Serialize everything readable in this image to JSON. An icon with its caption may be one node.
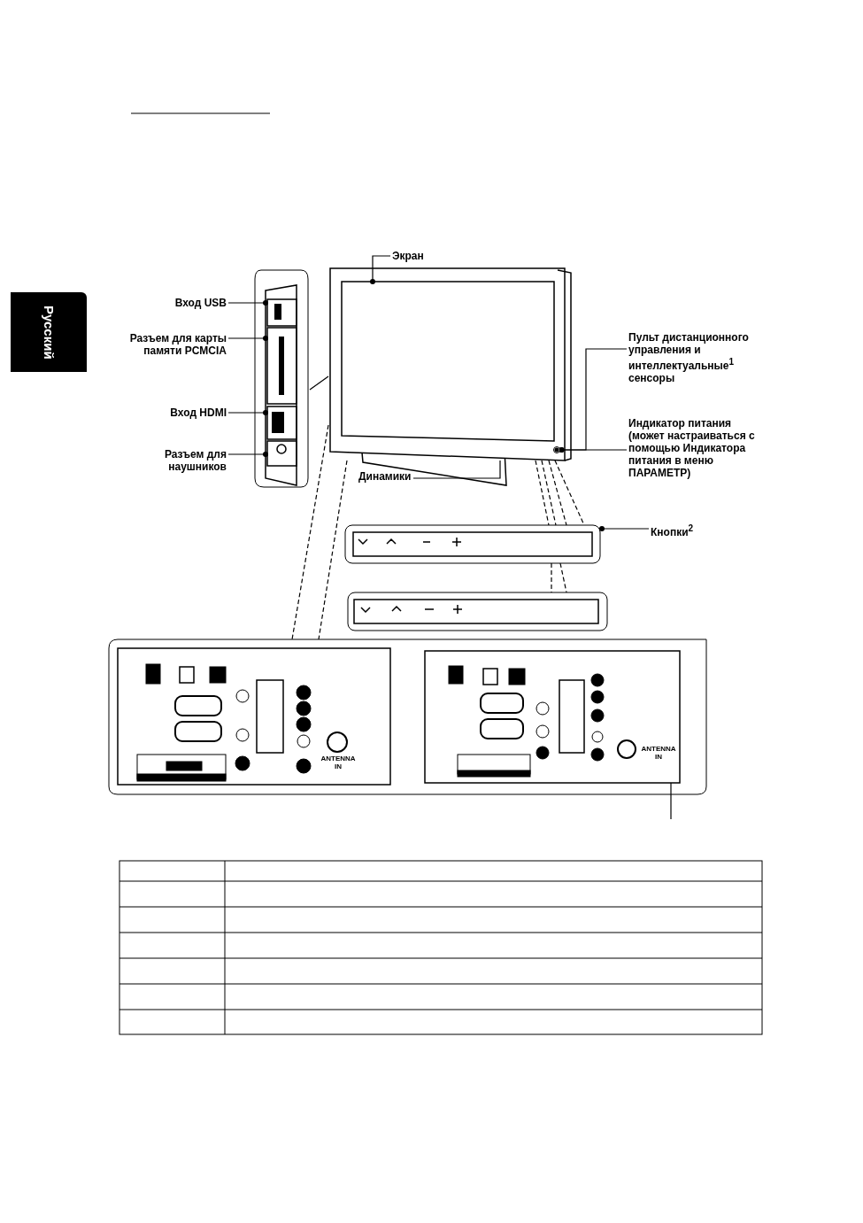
{
  "diagram": {
    "nodes": [
      {
        "text": [
          "Экран"
        ]
      },
      {
        "text": [
          "Вход USB"
        ]
      },
      {
        "text": [
          "Разъем для карты памяти PCMCIA"
        ]
      },
      {
        "text": [
          "Вход HDMI"
        ]
      },
      {
        "text": [
          "Разъем для наушников"
        ]
      },
      {
        "text": [
          "Пульт дистанционного управления и интеллектуальные$^{1}$ сенсоры"
        ]
      },
      {
        "text": [
          "Индикатор питания (может настраиваться с помощью Индикатора питания в меню ПАРАМЕТР)"
        ]
      },
      {
        "text": [
          "Динамики"
        ]
      },
      {
        "text": [
          "Кнопки$^{2}$"
        ]
      },
      {
        "text": [],
        "shape": "box"
      },
      {
        "text": [],
        "shape": "box",
        "in": 9
      },
      {
        "text": [],
        "shape": "box"
      },
      {
        "text": [],
        "shape": "box",
        "in": 11
      },
      {
        "text": [],
        "shape": "box",
        "in": 11
      },
      {
        "text": [],
        "shape": "box",
        "in": 11
      },
      {
        "text": [],
        "shape": "box",
        "in": 11
      },
      {
        "text": [],
        "shape": "circle",
        "in": 9
      },
      {
        "text": [],
        "shape": "box"
      },
      {
        "text": [],
        "shape": "box"
      },
      {
        "text": [],
        "shape": "box"
      },
      {
        "text": [],
        "shape": "box",
        "in": 19
      },
      {
        "text": [],
        "shape": "box",
        "in": 19
      }
    ],
    "edges": [
      {
        "from": 0,
        "to": 10,
        "arrow": "other"
      },
      {
        "from": 1,
        "to": 12,
        "arrow": "other"
      },
      {
        "from": 2,
        "to": 13,
        "arrow": "other"
      },
      {
        "from": 3,
        "to": 14,
        "arrow": "other"
      },
      {
        "from": 4,
        "to": 15,
        "arrow": "other"
      },
      {
        "from": 5,
        "to": 16,
        "arrow": "other"
      },
      {
        "from": 6,
        "to": 16,
        "arrow": "other"
      },
      {
        "from": 7,
        "to": 9,
        "arrow": "none"
      },
      {
        "from": 8,
        "to": 17,
        "arrow": "other"
      },
      {
        "from": 9,
        "to": 19,
        "arrow": "none",
        "style": "dashed"
      },
      {
        "from": 9,
        "to": 19,
        "arrow": "none",
        "style": "dashed"
      },
      {
        "from": 9,
        "to": 17,
        "arrow": "none",
        "style": "dashed"
      },
      {
        "from": 9,
        "to": 17,
        "arrow": "none",
        "style": "dashed"
      },
      {
        "from": 9,
        "to": 17,
        "arrow": "none",
        "style": "dashed"
      },
      {
        "from": 9,
        "to": 17,
        "arrow": "none",
        "style": "dashed"
      },
      {
        "from": 17,
        "to": 18,
        "arrow": "none",
        "style": "dashed"
      },
      {
        "from": 17,
        "to": 18,
        "arrow": "none",
        "style": "dashed"
      },
      {
        "from": 11,
        "to": 9,
        "arrow": "none"
      },
      {
        "from": 21,
        "to": null,
        "arrow": "none"
      }
    ],
    "labels": [
      "Русский",
      "ANTENNA IN",
      "ANTENNA IN"
    ]
  }
}
